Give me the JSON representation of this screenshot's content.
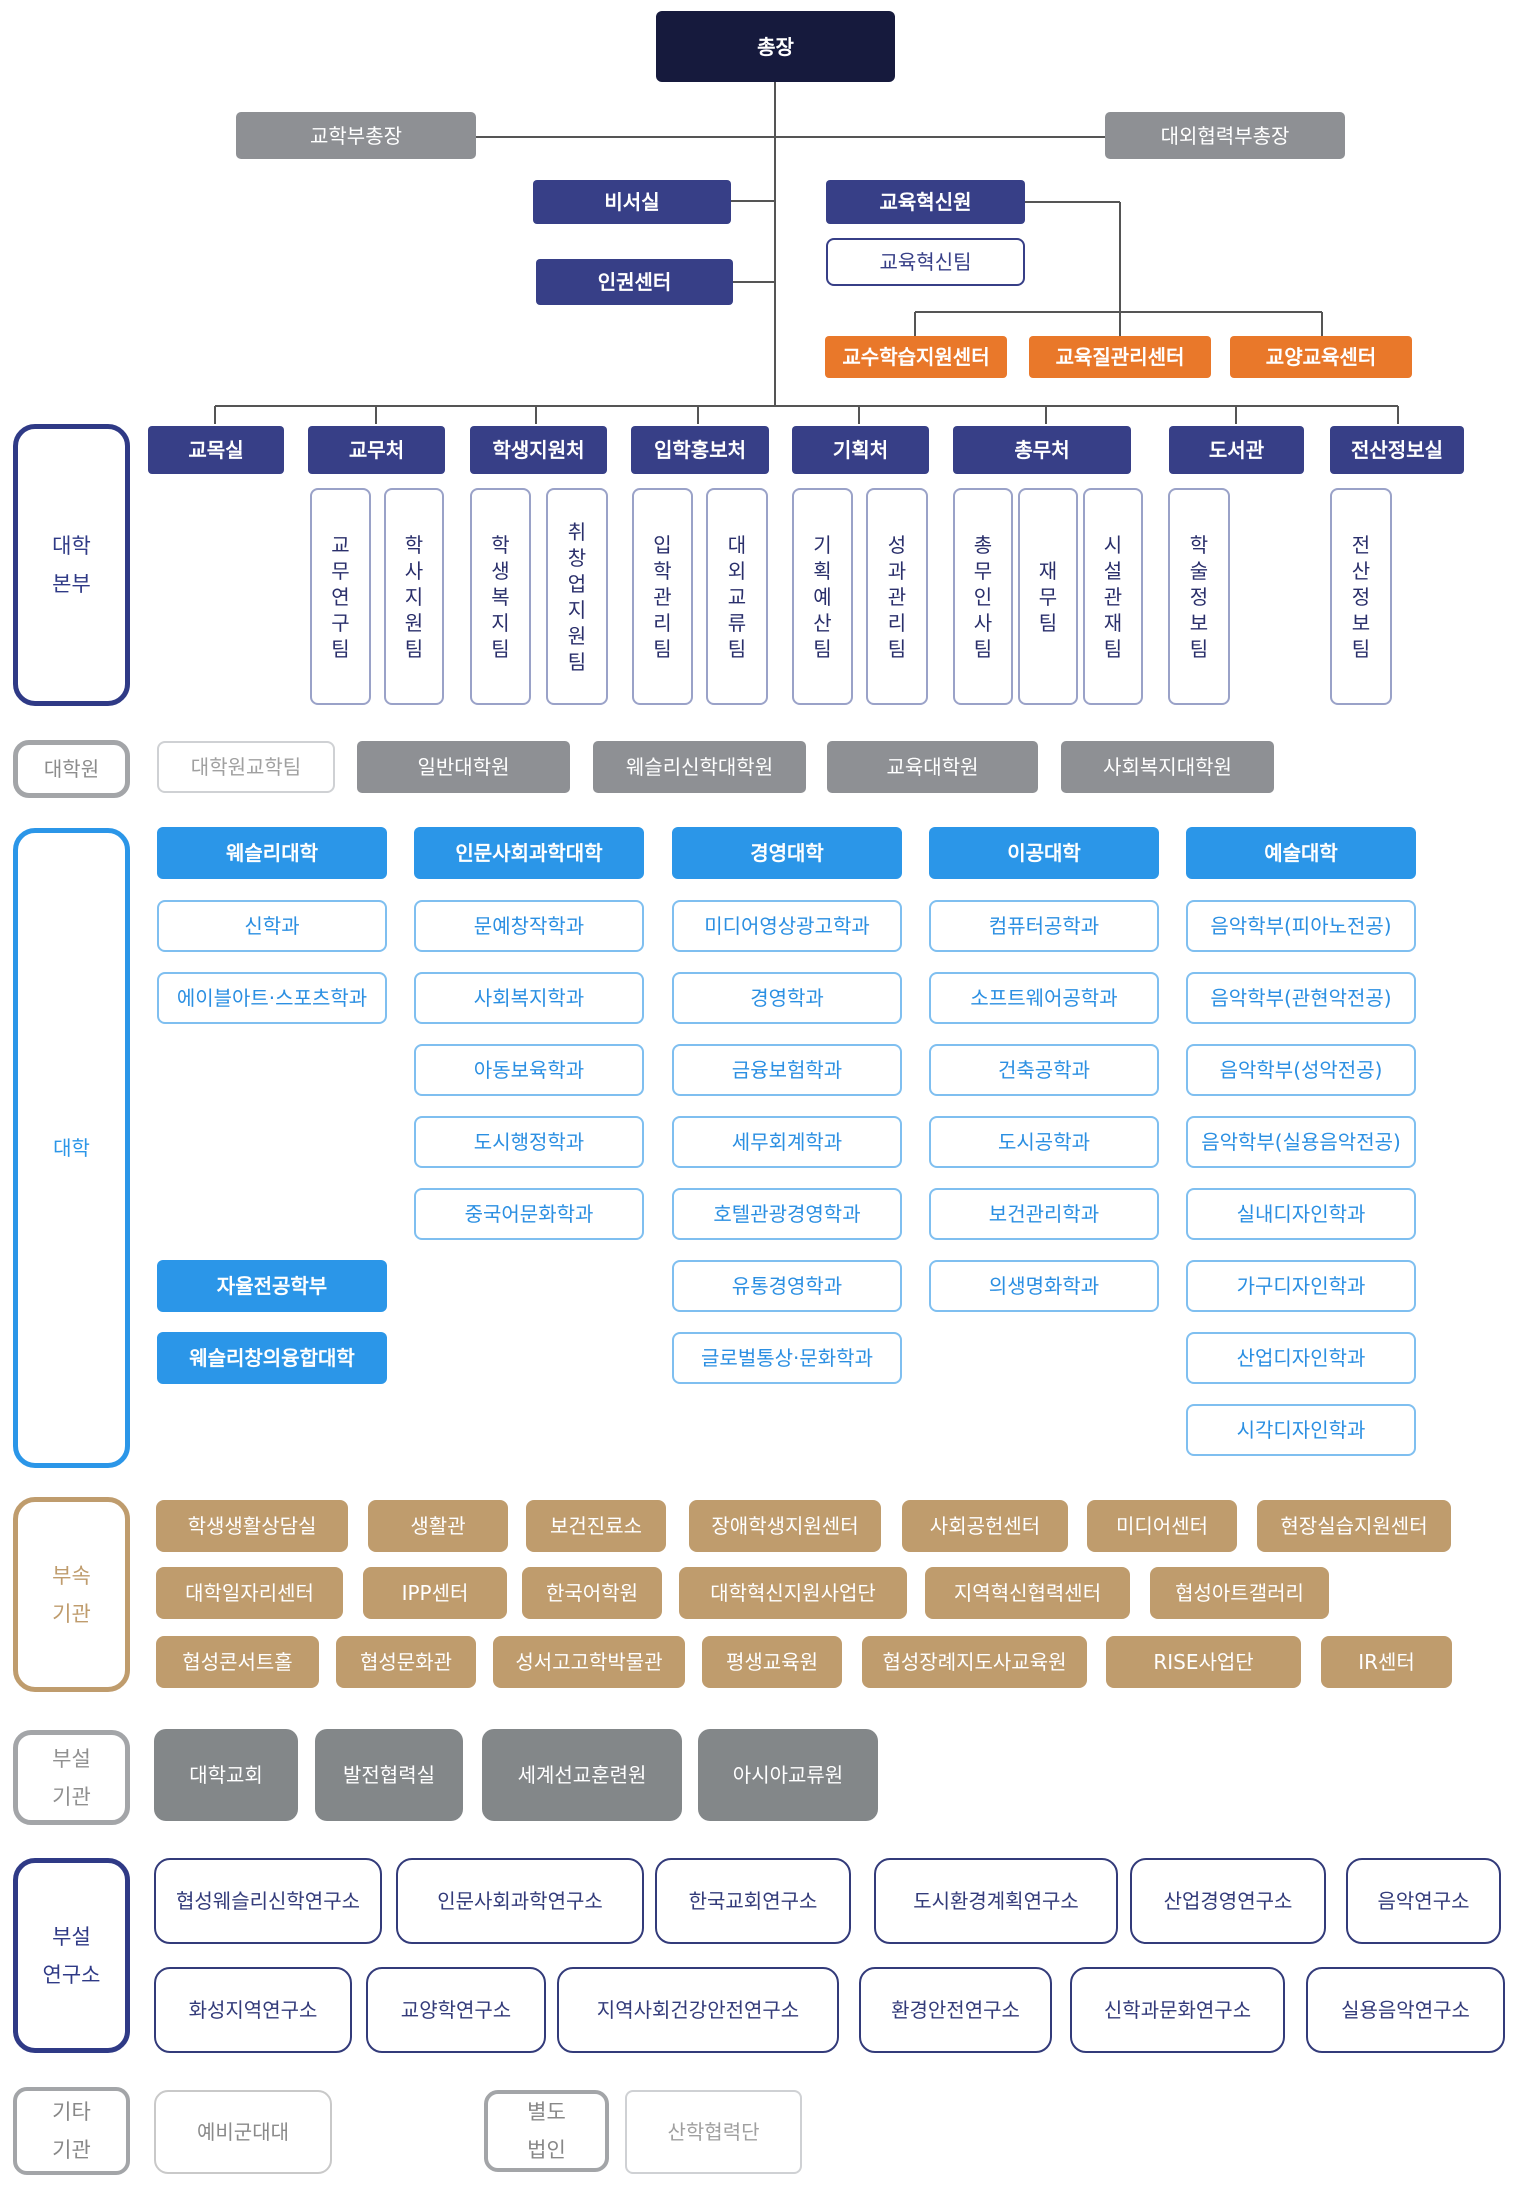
{
  "top": "총장",
  "vice": {
    "left": "교학부총장",
    "right": "대외협력부총장"
  },
  "staff": {
    "secretary": "비서실",
    "rights": "인권센터",
    "innovation": "교육혁신원",
    "innovation_team": "교육혁신팀"
  },
  "centers": [
    "교수학습지원센터",
    "교육질관리센터",
    "교양교육센터"
  ],
  "hq": {
    "label": "대학\n본부",
    "offices": [
      {
        "name": "교목실",
        "teams": []
      },
      {
        "name": "교무처",
        "teams": [
          "교무연구팀",
          "학사지원팀"
        ]
      },
      {
        "name": "학생지원처",
        "teams": [
          "학생복지팀",
          "취창업지원팀"
        ]
      },
      {
        "name": "입학홍보처",
        "teams": [
          "입학관리팀",
          "대외교류팀"
        ]
      },
      {
        "name": "기획처",
        "teams": [
          "기획예산팀",
          "성과관리팀"
        ]
      },
      {
        "name": "총무처",
        "teams": [
          "총무인사팀",
          "재무팀",
          "시설관재팀"
        ]
      },
      {
        "name": "도서관",
        "teams": [
          "학술정보팀"
        ]
      },
      {
        "name": "전산정보실",
        "teams": [
          "전산정보팀"
        ]
      }
    ]
  },
  "grad": {
    "label": "대학원",
    "team": "대학원교학팀",
    "schools": [
      "일반대학원",
      "웨슬리신학대학원",
      "교육대학원",
      "사회복지대학원"
    ]
  },
  "univ": {
    "label": "대학",
    "colleges": [
      {
        "name": "웨슬리대학",
        "depts": [
          "신학과",
          "에이블아트·스포츠학과"
        ]
      },
      {
        "name": "인문사회과학대학",
        "depts": [
          "문예창작학과",
          "사회복지학과",
          "아동보육학과",
          "도시행정학과",
          "중국어문화학과"
        ]
      },
      {
        "name": "경영대학",
        "depts": [
          "미디어영상광고학과",
          "경영학과",
          "금융보험학과",
          "세무회계학과",
          "호텔관광경영학과",
          "유통경영학과",
          "글로벌통상·문화학과"
        ]
      },
      {
        "name": "이공대학",
        "depts": [
          "컴퓨터공학과",
          "소프트웨어공학과",
          "건축공학과",
          "도시공학과",
          "보건관리학과",
          "의생명화학과"
        ]
      },
      {
        "name": "예술대학",
        "depts": [
          "음악학부(피아노전공)",
          "음악학부(관현악전공)",
          "음악학부(성악전공)",
          "음악학부(실용음악전공)",
          "실내디자인학과",
          "가구디자인학과",
          "산업디자인학과",
          "시각디자인학과"
        ]
      }
    ],
    "extra": [
      "자율전공학부",
      "웨슬리창의융합대학"
    ]
  },
  "affiliated": {
    "label": "부속\n기관",
    "rows": [
      [
        "학생생활상담실",
        "생활관",
        "보건진료소",
        "장애학생지원센터",
        "사회공헌센터",
        "미디어센터",
        "현장실습지원센터"
      ],
      [
        "대학일자리센터",
        "IPP센터",
        "한국어학원",
        "대학혁신지원사업단",
        "지역혁신협력센터",
        "협성아트갤러리"
      ],
      [
        "협성콘서트홀",
        "협성문화관",
        "성서고고학박물관",
        "평생교육원",
        "협성장례지도사교육원",
        "RISE사업단",
        "IR센터"
      ]
    ]
  },
  "annex": {
    "label": "부설\n기관",
    "items": [
      "대학교회",
      "발전협력실",
      "세계선교훈련원",
      "아시아교류원"
    ]
  },
  "research": {
    "label": "부설\n연구소",
    "rows": [
      [
        "협성웨슬리신학연구소",
        "인문사회과학연구소",
        "한국교회연구소",
        "도시환경계획연구소",
        "산업경영연구소",
        "음악연구소"
      ],
      [
        "화성지역연구소",
        "교양학연구소",
        "지역사회건강안전연구소",
        "환경안전연구소",
        "신학과문화연구소",
        "실용음악연구소"
      ]
    ]
  },
  "other": {
    "label": "기타\n기관",
    "item": "예비군대대",
    "separate_label": "별도\n법인",
    "separate_item": "산학협력단"
  }
}
